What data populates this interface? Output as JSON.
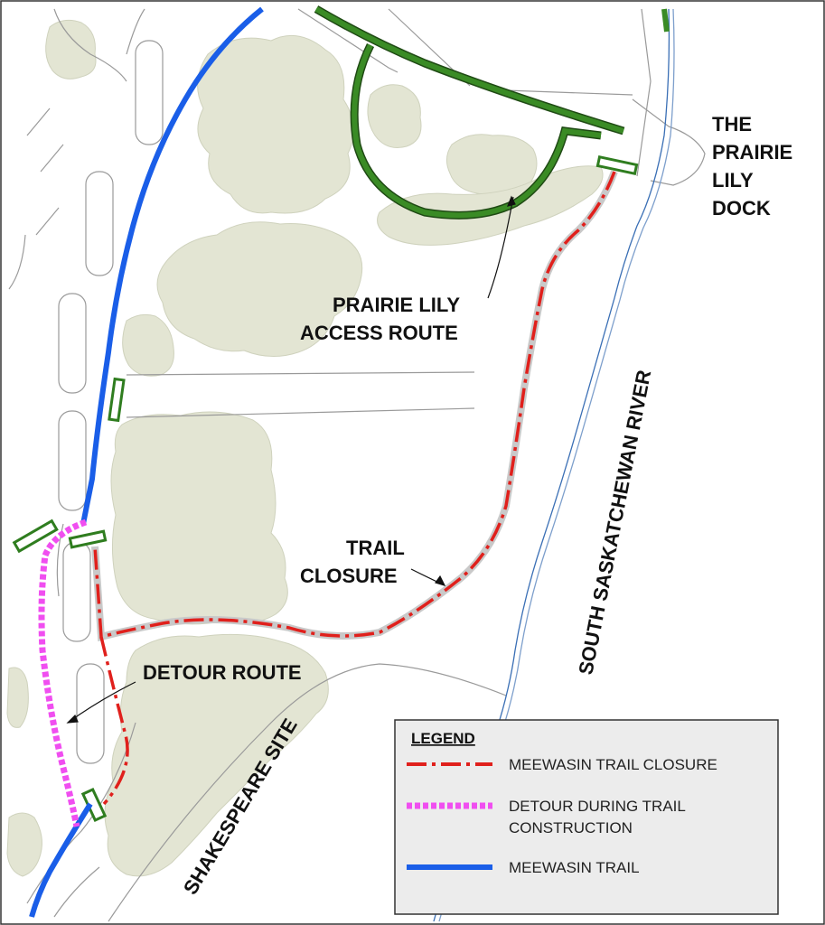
{
  "labels": {
    "dock_line1": "THE",
    "dock_line2": "PRAIRIE",
    "dock_line3": "LILY",
    "dock_line4": "DOCK",
    "access_line1": "PRAIRIE LILY",
    "access_line2": "ACCESS ROUTE",
    "closure_line1": "TRAIL",
    "closure_line2": "CLOSURE",
    "detour": "DETOUR ROUTE",
    "river": "SOUTH  SASKATCHEWAN  RIVER",
    "site": "SHAKESPEARE SITE"
  },
  "legend": {
    "title": "LEGEND",
    "items": [
      {
        "label_line1": "MEEWASIN TRAIL CLOSURE",
        "label_line2": ""
      },
      {
        "label_line1": "DETOUR DURING TRAIL",
        "label_line2": "CONSTRUCTION"
      },
      {
        "label_line1": "MEEWASIN TRAIL",
        "label_line2": ""
      }
    ]
  },
  "colors": {
    "trail_closure": "#e0201c",
    "detour": "#f04ef0",
    "meewasin_trail": "#1a5ee8",
    "access_route": "#2f7d1f",
    "vegetation": "#e2e4d2",
    "river_line": "#3a6fb5"
  }
}
